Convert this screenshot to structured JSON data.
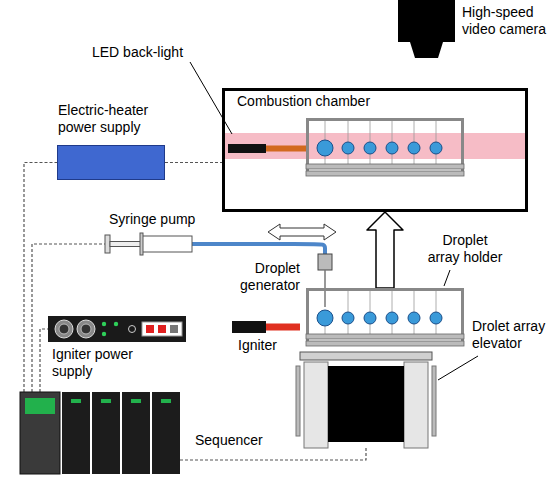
{
  "diagram": {
    "nodes": [
      {
        "text": [
          "High-speed video camera"
        ]
      },
      {
        "text": [
          "Combustion chamber"
        ]
      },
      {
        "text": [
          "LED back-light"
        ],
        "in": 1
      },
      {
        "text": [
          "Electric-heater power supply"
        ]
      },
      {
        "text": [
          "Syringe pump"
        ]
      },
      {
        "text": [
          "Droplet generator"
        ]
      },
      {
        "text": [
          "Droplet array holder"
        ]
      },
      {
        "text": [
          "Igniter power supply"
        ]
      },
      {
        "text": [
          "Igniter"
        ]
      },
      {
        "text": [
          "Drolet array elevator"
        ]
      },
      {
        "text": [
          "Sequencer"
        ]
      }
    ],
    "edges": [
      {
        "from": 10,
        "to": 3,
        "arrow": "none"
      },
      {
        "from": 3,
        "to": 1,
        "arrow": "none"
      },
      {
        "from": 10,
        "to": 4,
        "arrow": "none"
      },
      {
        "from": 10,
        "to": 7,
        "arrow": "none"
      },
      {
        "from": 10,
        "to": 9,
        "arrow": "none"
      },
      {
        "from": 4,
        "to": 5,
        "arrow": "none"
      },
      {
        "from": 6,
        "to": 1,
        "arrow": "to"
      }
    ]
  }
}
